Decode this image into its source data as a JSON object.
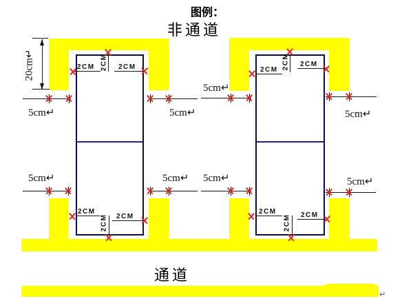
{
  "title": "图例：",
  "labels": {
    "non_channel": "非通道",
    "channel": "通道"
  },
  "dims": {
    "d20": "20cm↵",
    "d5": "5cm↵",
    "d2": "2CM",
    "return_mark": "↵"
  },
  "colors": {
    "tape_yellow": "#ffff00",
    "rect_outline_navy": "#0a0a50",
    "divider_navy": "#232383",
    "tick_red": "#e3241b",
    "text_black": "#000000"
  }
}
